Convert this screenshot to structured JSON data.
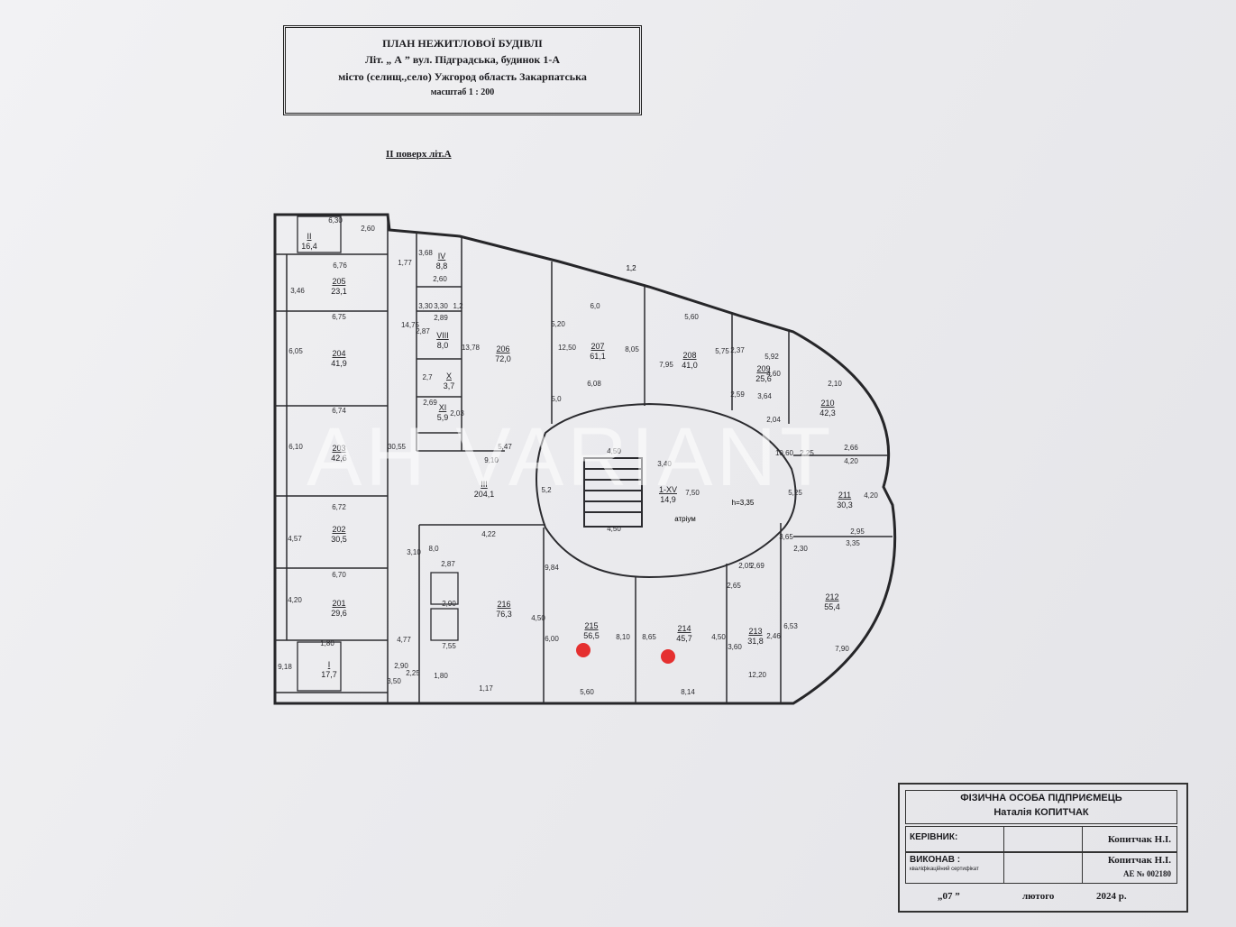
{
  "header": {
    "title": "ПЛАН НЕЖИТЛОВОЇ БУДІВЛІ",
    "line2": "Літ. „ А ” вул. Підградська, будинок  1-А",
    "line3": "місто (селищ.,село)  Ужгород       область Закарпатська",
    "scale": "масштаб 1 : 200"
  },
  "floor_label": "II  поверх літ.А",
  "watermark": "AH VARIANT",
  "rooms": [
    {
      "id": "II",
      "area": "16,4"
    },
    {
      "id": "IV",
      "area": "8,8"
    },
    {
      "id": "205",
      "area": "23,1"
    },
    {
      "id": "204",
      "area": "41,9"
    },
    {
      "id": "203",
      "area": "42,6"
    },
    {
      "id": "202",
      "area": "30,5"
    },
    {
      "id": "201",
      "area": "29,6"
    },
    {
      "id": "I",
      "area": "17,7"
    },
    {
      "id": "III",
      "area": "204,1"
    },
    {
      "id": "VIII",
      "area": "8,0"
    },
    {
      "id": "X",
      "area": "3,7"
    },
    {
      "id": "XI",
      "area": "5,9"
    },
    {
      "id": "206",
      "area": "72,0"
    },
    {
      "id": "207",
      "area": "61,1"
    },
    {
      "id": "208",
      "area": "41,0"
    },
    {
      "id": "209",
      "area": "25,6"
    },
    {
      "id": "210",
      "area": "42,3"
    },
    {
      "id": "211",
      "area": "30,3"
    },
    {
      "id": "212",
      "area": "55,4"
    },
    {
      "id": "213",
      "area": "31,8"
    },
    {
      "id": "214",
      "area": "45,7"
    },
    {
      "id": "215",
      "area": "56,5"
    },
    {
      "id": "216",
      "area": "76,3"
    },
    {
      "id": "1-XV",
      "area": "14,9"
    }
  ],
  "atrium": {
    "label": "атріум",
    "height": "h=3,35"
  },
  "dimensions": [
    "6,30",
    "2,60",
    "3,68",
    "1,77",
    "6,76",
    "3,46",
    "2,60",
    "6,75",
    "14,75",
    "2,87",
    "2,89",
    "13,78",
    "6,05",
    "6,74",
    "6,10",
    "30,55",
    "6,72",
    "4,57",
    "6,70",
    "4,20",
    "9,10",
    "5,47",
    "2,7",
    "2,69",
    "2,03",
    "12,50",
    "5,20",
    "5,0",
    "6,0",
    "8,05",
    "6,08",
    "7,95",
    "5,60",
    "5,75",
    "2,37",
    "2,59",
    "4,60",
    "5,92",
    "3,64",
    "2,04",
    "2,10",
    "10,60",
    "2,25",
    "2,66",
    "4,20",
    "4,20",
    "5,25",
    "2,95",
    "3,35",
    "3,65",
    "2,30",
    "2,69",
    "2,05",
    "2,65",
    "2,46",
    "6,53",
    "7,90",
    "12,20",
    "3,60",
    "4,50",
    "8,65",
    "8,10",
    "8,14",
    "5,60",
    "6,00",
    "4,50",
    "9,84",
    "4,22",
    "8,0",
    "2,87",
    "3,10",
    "2,90",
    "7,55",
    "4,77",
    "2,90",
    "2,25",
    "1,80",
    "1,17",
    "3,50",
    "9,18",
    "1,80",
    "3,40",
    "5,2",
    "7,50",
    "4,50",
    "4,50",
    "3,30",
    "3,30",
    "1,2",
    "1,2",
    "1,2"
  ],
  "stamp": {
    "org": "ФІЗИЧНА ОСОБА ПІДПРИЄМЕЦЬ",
    "person": "Наталія КОПИТЧАК",
    "head_label": "КЕРІВНИК:",
    "head_name": "Копитчак Н.І.",
    "exec_label": "ВИКОНАВ :",
    "exec_sub": "кваліфікаційний сертифікат",
    "exec_name": "Копитчак Н.І.",
    "cert": "АЕ  № 002180",
    "day": "„07 ”",
    "month": "лютого",
    "year": "2024 р."
  },
  "colors": {
    "marker": "#e53030",
    "line": "#262629",
    "paper": "#ececef"
  }
}
